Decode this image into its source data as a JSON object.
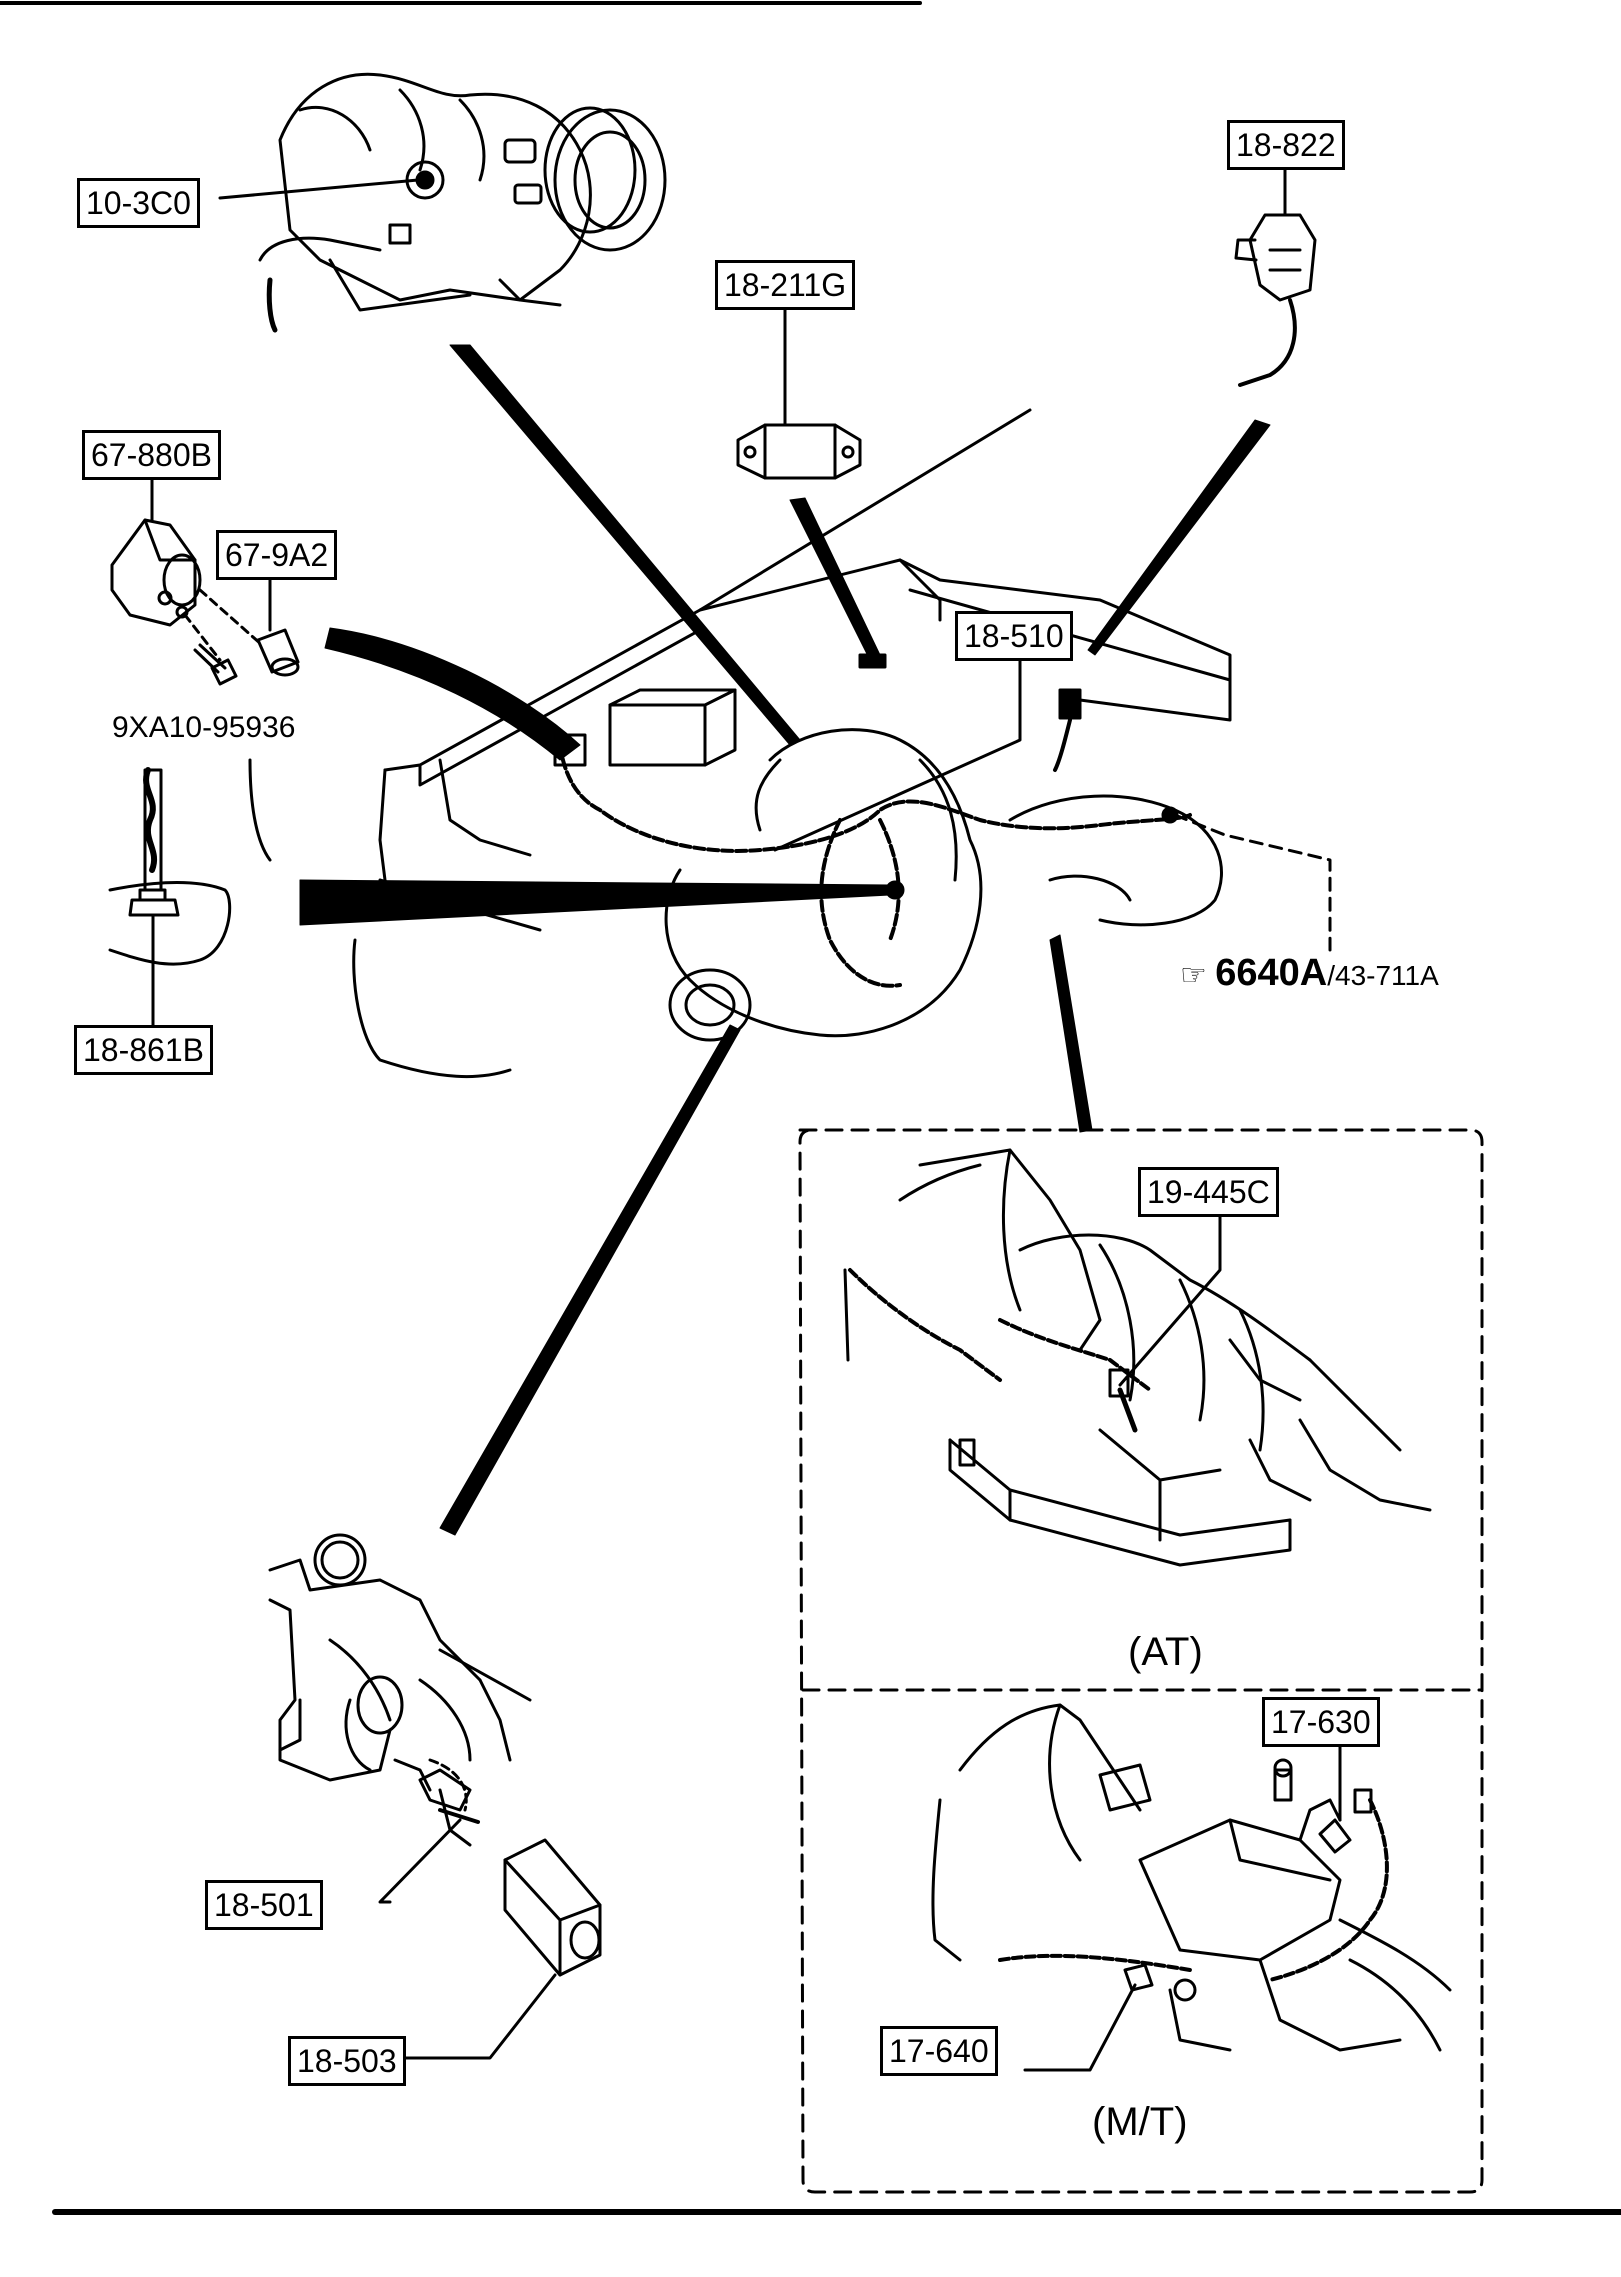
{
  "callouts": {
    "c103c0": "10-3C0",
    "c18822": "18-822",
    "c18211g": "18-211G",
    "c67880b": "67-880B",
    "c679a2": "67-9A2",
    "c18510": "18-510",
    "c18861b": "18-861B",
    "c19445c": "19-445C",
    "c17630": "17-630",
    "c17640": "17-640",
    "c18501": "18-501",
    "c18503": "18-503"
  },
  "bolt_part": "9XA10-95936",
  "reference": {
    "pointer_icon": "pointing-hand-icon",
    "main": "6640A",
    "sub": "/43-711A"
  },
  "variants": {
    "at": "(AT)",
    "mt": "(M/T)"
  }
}
